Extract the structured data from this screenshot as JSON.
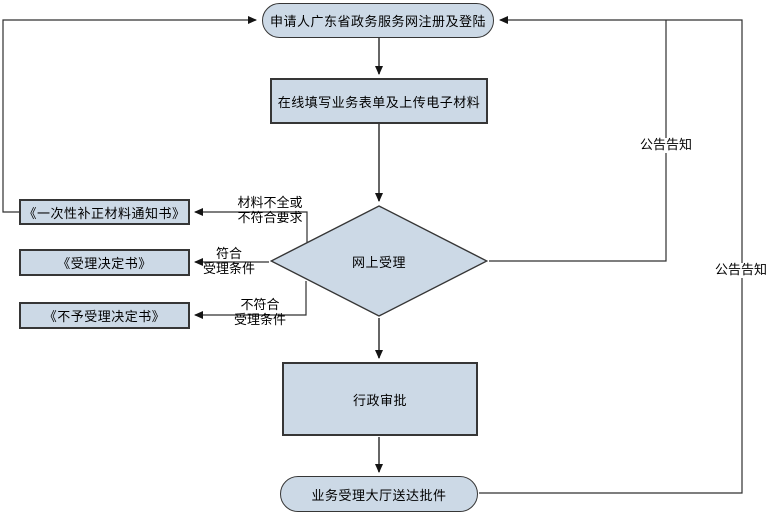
{
  "colors": {
    "background": "#ffffff",
    "node_fill": "#ccd9e6",
    "node_border": "#363636",
    "line": "#303030",
    "text": "#000000"
  },
  "diagram": {
    "nodes": {
      "start": {
        "label": "申请人广东省政务服务网注册及登陆",
        "shape": "terminator"
      },
      "form": {
        "label": "在线填写业务表单及上传电子材料",
        "shape": "process"
      },
      "decision": {
        "label": "网上受理",
        "shape": "decision"
      },
      "correction": {
        "label": "《一次性补正材料通知书》",
        "shape": "process"
      },
      "accept": {
        "label": "《受理决定书》",
        "shape": "process"
      },
      "reject": {
        "label": "《不予受理决定书》",
        "shape": "process"
      },
      "approval": {
        "label": "行政审批",
        "shape": "process"
      },
      "end": {
        "label": "业务受理大厅送达批件",
        "shape": "terminator"
      }
    },
    "edge_labels": {
      "incomplete": "材料不全或\n不符合要求",
      "qualified": "符合\n受理条件",
      "unqualified": "不符合\n受理条件",
      "announce_1": "公告告知",
      "announce_2": "公告告知"
    }
  }
}
